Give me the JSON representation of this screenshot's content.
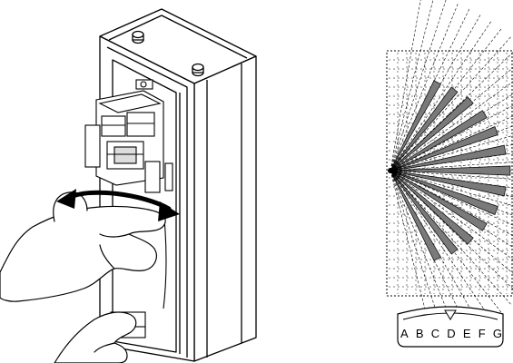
{
  "figure": {
    "left_panel": {
      "subject": "detector-housing-with-hands"
    },
    "right_panel": {
      "subject": "coverage-pattern",
      "zone_count": 13
    },
    "scale": {
      "letters": [
        "A",
        "B",
        "C",
        "D",
        "E",
        "F",
        "G"
      ]
    }
  },
  "colors": {
    "line": "#000000",
    "zone_fill": "#7a7a7a",
    "background": "#ffffff"
  }
}
